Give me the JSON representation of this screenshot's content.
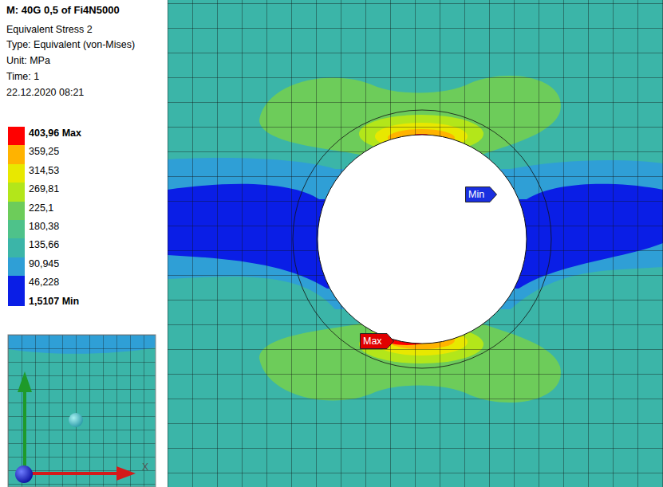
{
  "diagram": {
    "title": "M: 40G 0,5 of Fi4N5000",
    "nodes": [
      {
        "text": [
          "Min"
        ]
      },
      {
        "text": [
          "Max"
        ]
      }
    ],
    "labels": [
      "Equivalent Stress 2",
      "Type: Equivalent (von-Mises)",
      "Unit: MPa",
      "Time: 1",
      "22.12.2020 08:21",
      "1,5107 Min",
      "X"
    ],
    "legend": [
      {
        "text": "403,96 Max",
        "color": "#ff0000"
      },
      {
        "text": "359,25",
        "color": "#ffb300"
      },
      {
        "text": "314,53",
        "color": "#e8e800"
      },
      {
        "text": "269,81",
        "color": "#b3e61a"
      },
      {
        "text": "225,1",
        "color": "#6dcc5a"
      },
      {
        "text": "180,38",
        "color": "#4ec28a"
      },
      {
        "text": "135,66",
        "color": "#3bb5a8"
      },
      {
        "text": "90,945",
        "color": "#2f9fd6"
      },
      {
        "text": "46,228",
        "color": "#0a1ee6"
      }
    ]
  }
}
